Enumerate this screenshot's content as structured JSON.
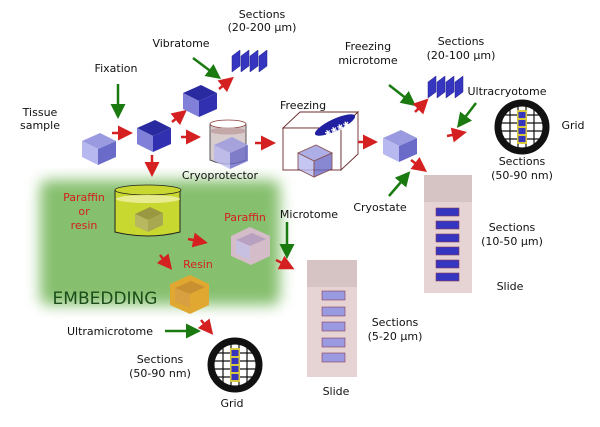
{
  "labels": {
    "tissue_sample": [
      "Tissue",
      "sample"
    ],
    "fixation": "Fixation",
    "vibratome": "Vibratome",
    "sections_vibratome": [
      "Sections",
      "(20-200 µm)"
    ],
    "cryoprotector": "Cryoprotector",
    "freezing": "Freezing",
    "freezing_microtome": [
      "Freezing",
      "microtome"
    ],
    "sections_freezing": [
      "Sections",
      "(20-100 µm)"
    ],
    "ultracryotome": "Ultracryotome",
    "grid_top": "Grid",
    "sections_ultracryo": [
      "Sections",
      "(50-90 nm)"
    ],
    "cryostate": "Cryostate",
    "sections_cryostate": [
      "Sections",
      "(10-50 µm)"
    ],
    "slide_right": "Slide",
    "paraffin_or_resin": [
      "Paraffin",
      "or",
      "resin"
    ],
    "paraffin": "Paraffin",
    "resin": "Resin",
    "embedding": "EMBEDDING",
    "microtome": "Microtome",
    "sections_microtome": [
      "Sections",
      "(5-20 µm)"
    ],
    "slide_bottom": "Slide",
    "ultramicrotome": "Ultramicrotome",
    "sections_ultramicro": [
      "Sections",
      "(50-90 nm)"
    ],
    "grid_bottom": "Grid"
  },
  "colors": {
    "process_arrow": "#d42020",
    "instrument_arrow": "#1a7a10",
    "embedding_bg": "#86c06e",
    "tissue_blue": "#3a3ab8",
    "slide": "#e8d4d4"
  }
}
